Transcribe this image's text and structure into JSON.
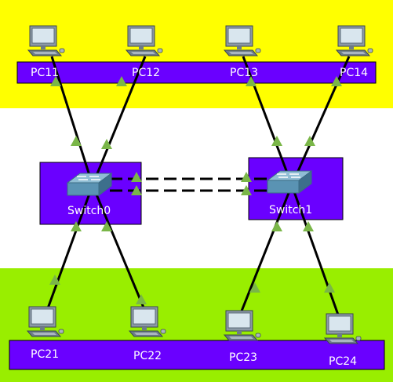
{
  "diagram": {
    "zones": {
      "top_color": "#ffff00",
      "middle_color": "#ffffff",
      "bottom_color": "#99ee00"
    },
    "colors": {
      "box_fill": "#6a00ff",
      "box_stroke": "#000000",
      "link": "#000000",
      "link_port_indicator": "#7ab648",
      "label_text": "#ffffff"
    },
    "switches": [
      {
        "id": "switch0",
        "label": "Switch0",
        "icon": "switch-icon"
      },
      {
        "id": "switch1",
        "label": "Switch1",
        "icon": "switch-icon"
      }
    ],
    "pcs_top": [
      {
        "id": "pc11",
        "label": "PC11",
        "icon": "pc-icon"
      },
      {
        "id": "pc12",
        "label": "PC12",
        "icon": "pc-icon"
      },
      {
        "id": "pc13",
        "label": "PC13",
        "icon": "pc-icon"
      },
      {
        "id": "pc14",
        "label": "PC14",
        "icon": "pc-icon"
      }
    ],
    "pcs_bottom": [
      {
        "id": "pc21",
        "label": "PC21",
        "icon": "pc-icon"
      },
      {
        "id": "pc22",
        "label": "PC22",
        "icon": "pc-icon"
      },
      {
        "id": "pc23",
        "label": "PC23",
        "icon": "pc-icon"
      },
      {
        "id": "pc24",
        "label": "PC24",
        "icon": "pc-icon"
      }
    ],
    "links": [
      {
        "from": "pc11",
        "to": "switch0",
        "style": "solid"
      },
      {
        "from": "pc12",
        "to": "switch0",
        "style": "solid"
      },
      {
        "from": "pc13",
        "to": "switch1",
        "style": "solid"
      },
      {
        "from": "pc14",
        "to": "switch1",
        "style": "solid"
      },
      {
        "from": "pc21",
        "to": "switch0",
        "style": "solid"
      },
      {
        "from": "pc22",
        "to": "switch0",
        "style": "solid"
      },
      {
        "from": "pc23",
        "to": "switch1",
        "style": "solid"
      },
      {
        "from": "pc24",
        "to": "switch1",
        "style": "solid"
      },
      {
        "from": "switch0",
        "to": "switch1",
        "style": "dashed"
      },
      {
        "from": "switch0",
        "to": "switch1",
        "style": "dashed"
      }
    ]
  }
}
